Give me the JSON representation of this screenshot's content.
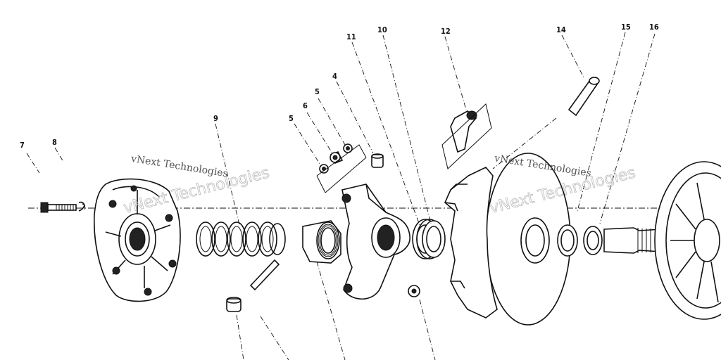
{
  "callouts": [
    "7",
    "8",
    "9",
    "5",
    "6",
    "5",
    "4",
    "11",
    "10",
    "12",
    "14",
    "15",
    "16"
  ],
  "watermarks": [
    "vNext Technologies",
    "vNext Technologies"
  ],
  "watermark_outlines": [
    "vNext Technologies",
    "vNext Technologies"
  ]
}
